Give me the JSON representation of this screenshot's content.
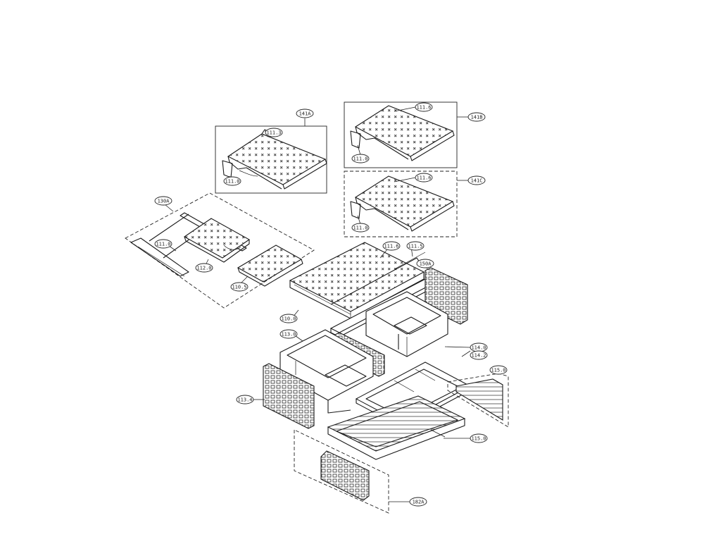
{
  "callouts": [
    {
      "id": "c-141a",
      "text": "141A"
    },
    {
      "id": "c-1113",
      "text": "111.3"
    },
    {
      "id": "c-1110a",
      "text": "111.0"
    },
    {
      "id": "c-141b",
      "text": "141B"
    },
    {
      "id": "c-1116a",
      "text": "111.6"
    },
    {
      "id": "c-1110b",
      "text": "111.0"
    },
    {
      "id": "c-141c",
      "text": "141C"
    },
    {
      "id": "c-1116b",
      "text": "111.6"
    },
    {
      "id": "c-1110c",
      "text": "111.0"
    },
    {
      "id": "c-130a",
      "text": "130A"
    },
    {
      "id": "c-1110d",
      "text": "111.0"
    },
    {
      "id": "c-1120",
      "text": "112.0"
    },
    {
      "id": "c-1105",
      "text": "110.5"
    },
    {
      "id": "c-1116c",
      "text": "111.6"
    },
    {
      "id": "c-1115",
      "text": "111.5"
    },
    {
      "id": "c-150a",
      "text": "150A"
    },
    {
      "id": "c-1100",
      "text": "110.0"
    },
    {
      "id": "c-1130",
      "text": "113.0"
    },
    {
      "id": "c-1140",
      "text": "114.0"
    },
    {
      "id": "c-1142",
      "text": "114.2"
    },
    {
      "id": "c-1150a",
      "text": "115.0"
    },
    {
      "id": "c-1134",
      "text": "113.4"
    },
    {
      "id": "c-1150b",
      "text": "115.0"
    },
    {
      "id": "c-182a",
      "text": "182A"
    }
  ],
  "colors": {
    "ink": "#1a1a1a",
    "paper": "#ffffff"
  }
}
